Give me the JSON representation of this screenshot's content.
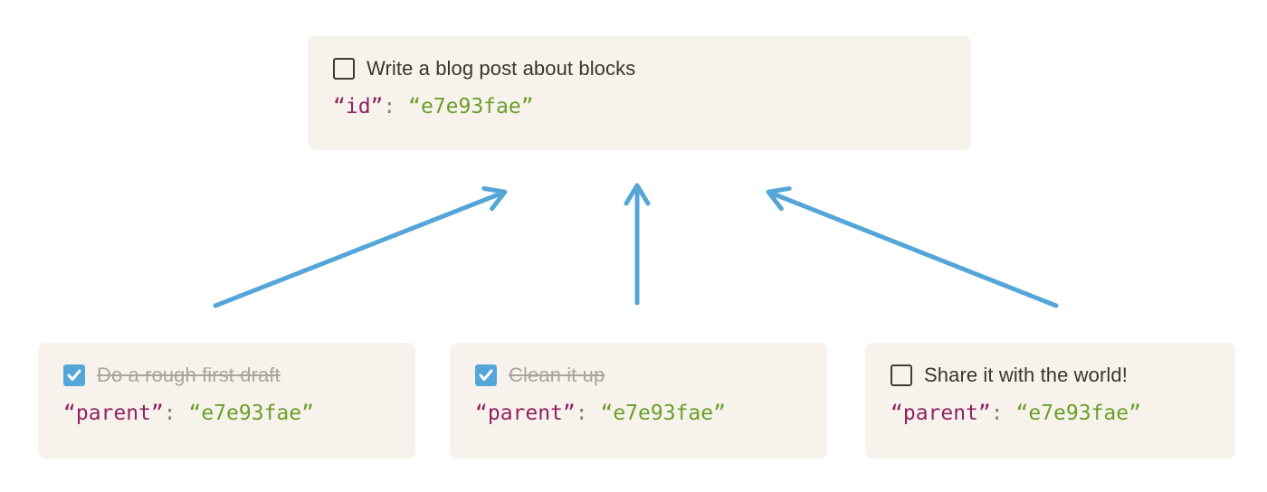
{
  "colors": {
    "accent_blue": "#55a6d8",
    "card_background": "#f7f3ec",
    "text_primary": "#37352f",
    "text_done": "#a9a49b",
    "code_key": "#8f2363",
    "code_value": "#6b9e2a"
  },
  "parent_card": {
    "title": "Write a blog post about blocks",
    "checked": false,
    "code": {
      "key": "“id”",
      "colon": ": ",
      "value": "“e7e93fae”"
    }
  },
  "child_cards": [
    {
      "title": "Do a rough first draft",
      "checked": true,
      "code": {
        "key": "“parent”",
        "colon": ": ",
        "value": "“e7e93fae”"
      }
    },
    {
      "title": "Clean it up",
      "checked": true,
      "code": {
        "key": "“parent”",
        "colon": ": ",
        "value": "“e7e93fae”"
      }
    },
    {
      "title": "Share it with the world!",
      "checked": false,
      "code": {
        "key": "“parent”",
        "colon": ": ",
        "value": "“e7e93fae”"
      }
    }
  ]
}
